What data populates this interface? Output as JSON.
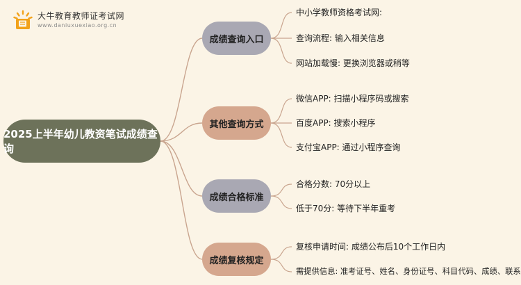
{
  "logo": {
    "title": "大牛教育教师证考试网",
    "url": "www.daniuxuexiao.org.cn",
    "icon": "book-icon"
  },
  "colors": {
    "background": "#fbf4e6",
    "root": "#6d725a",
    "branch_grey": "#a9a8b3",
    "branch_tan": "#d5a78e",
    "connector": "#c9a58f"
  },
  "mindmap": {
    "root": "2025上半年幼儿教资笔试成绩查询",
    "branches": [
      {
        "label": "成绩查询入口",
        "style": "grey",
        "leaves": [
          "中小学教师资格考试网:",
          "查询流程: 输入相关信息",
          "网站加载慢: 更换浏览器或稍等"
        ]
      },
      {
        "label": "其他查询方式",
        "style": "tan",
        "leaves": [
          "微信APP: 扫描小程序码或搜索",
          "百度APP: 搜索小程序",
          "支付宝APP: 通过小程序查询"
        ]
      },
      {
        "label": "成绩合格标准",
        "style": "grey",
        "leaves": [
          "合格分数: 70分以上",
          "低于70分: 等待下半年重考"
        ]
      },
      {
        "label": "成绩复核规定",
        "style": "tan",
        "leaves": [
          "复核申请时间: 成绩公布后10个工作日内",
          "需提供信息: 准考证号、姓名、身份证号、科目代码、成绩、联系电话"
        ]
      }
    ]
  }
}
